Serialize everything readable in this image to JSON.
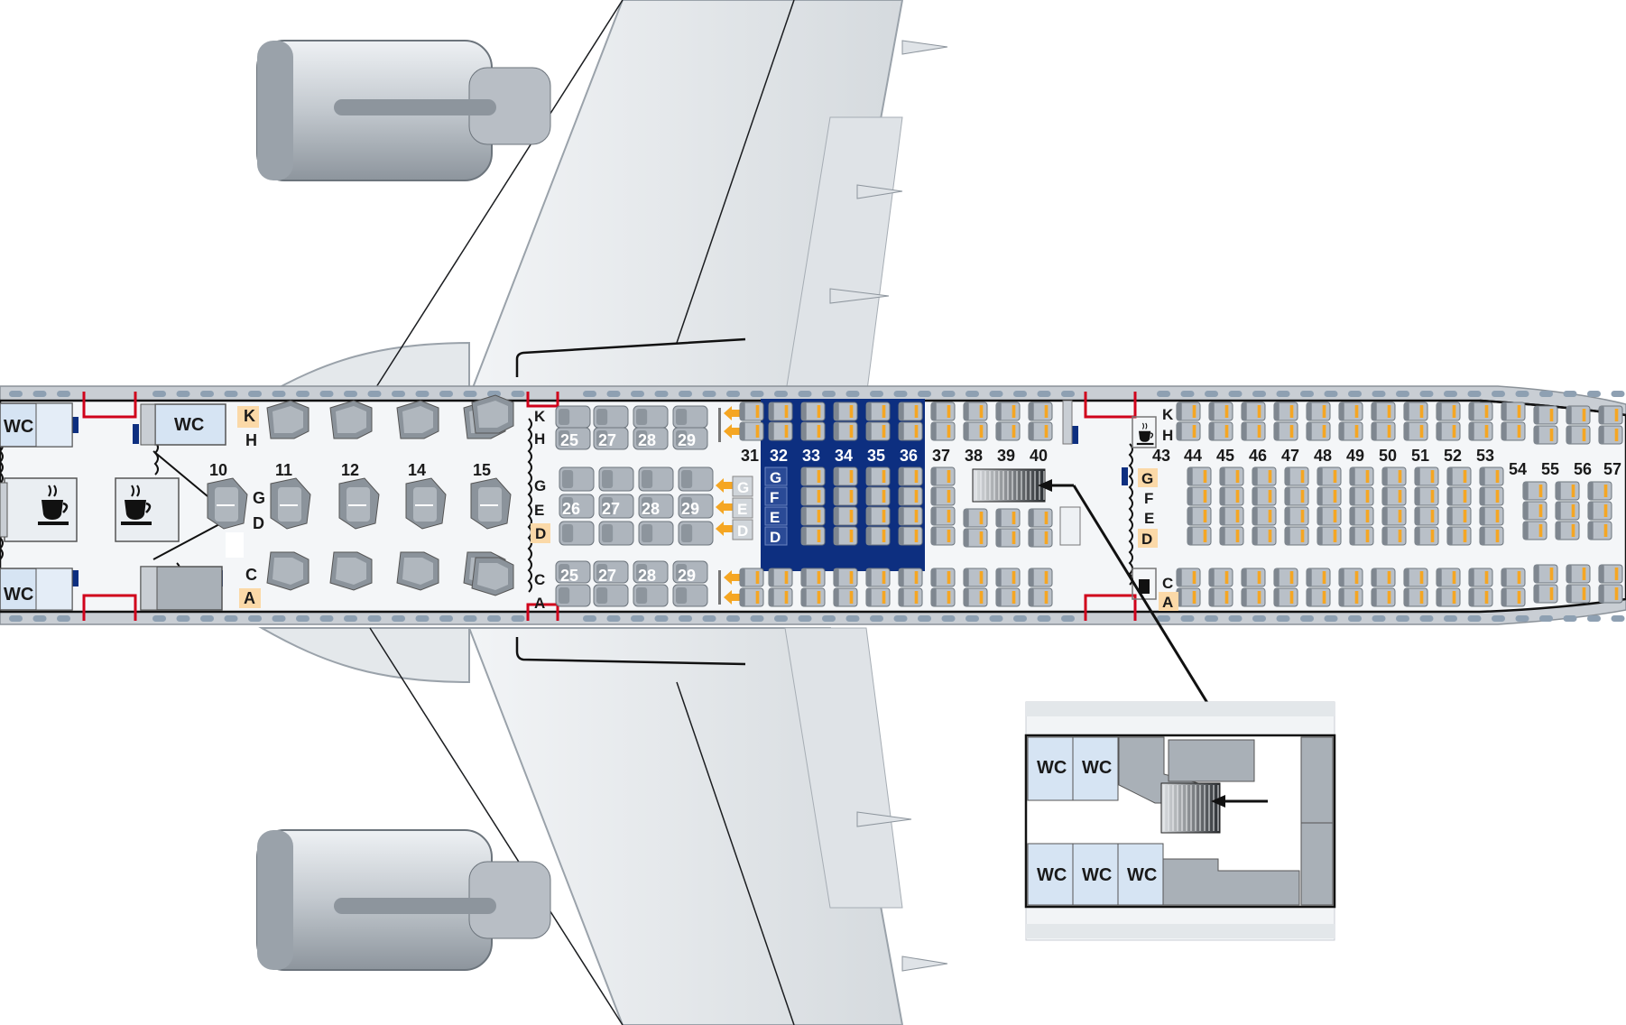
{
  "colors": {
    "fuselage": "#c9ced4",
    "cabin_floor": "#f4f6f8",
    "seat": "#b9c0c8",
    "seat_dark": "#7f8790",
    "premium_block": "#0d2f80",
    "exit_arrow": "#f5a623",
    "exit_row_letter_bg": "#fbd9a8",
    "door_frame": "#d0021b",
    "wc_fill": "#d6e4f3",
    "outline": "#111111"
  },
  "icons": {
    "galley": "coffee-cup-icon",
    "exit": "exit-arrow-icon",
    "stairs": "stairs-icon"
  },
  "labels": {
    "wc": "WC",
    "first_rows": [
      "10",
      "11",
      "12",
      "14",
      "15"
    ],
    "first_left_letters": [
      "K",
      "H",
      "G",
      "D",
      "C",
      "A"
    ],
    "business_rows": [
      "25",
      "27",
      "28",
      "29"
    ],
    "business_center_rows": [
      "26",
      "27",
      "28",
      "29"
    ],
    "business_letters_top": [
      "K",
      "H"
    ],
    "business_letters_mid": [
      "G",
      "E",
      "D"
    ],
    "business_letters_bot": [
      "C",
      "A"
    ],
    "business_exit_letters": [
      "G",
      "E",
      "D"
    ],
    "premium_rows": [
      "31",
      "32",
      "33",
      "34",
      "35",
      "36"
    ],
    "premium_letters": [
      "G",
      "F",
      "E",
      "D"
    ],
    "economy_front_rows": [
      "37",
      "38",
      "39",
      "40"
    ],
    "economy_rear_letters_top": [
      "K",
      "H"
    ],
    "economy_rear_letters_mid": [
      "G",
      "F",
      "E",
      "D"
    ],
    "economy_rear_letters_bot": [
      "C",
      "A"
    ],
    "economy_rear_rows": [
      "43",
      "44",
      "45",
      "46",
      "47",
      "48",
      "49",
      "50",
      "51",
      "52",
      "53",
      "54",
      "55",
      "56",
      "57"
    ]
  },
  "inset": {
    "wc_top": [
      "WC",
      "WC"
    ],
    "wc_bottom": [
      "WC",
      "WC",
      "WC"
    ]
  }
}
